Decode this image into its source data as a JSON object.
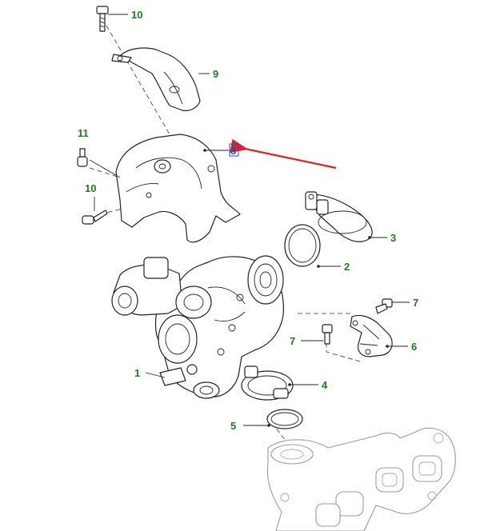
{
  "callouts": {
    "c10_top": "10",
    "c9": "9",
    "c11": "11",
    "c8": "8",
    "c10_mid": "10",
    "c3": "3",
    "c2": "2",
    "c7_right": "7",
    "c7_mid": "7",
    "c6": "6",
    "c1": "1",
    "c4": "4",
    "c5": "5"
  },
  "colors": {
    "callout_text": "#1f7a1f",
    "highlight_text": "#1f4fc8",
    "pointer_arrow": "#e0211f"
  },
  "highlighted_callout": "8"
}
